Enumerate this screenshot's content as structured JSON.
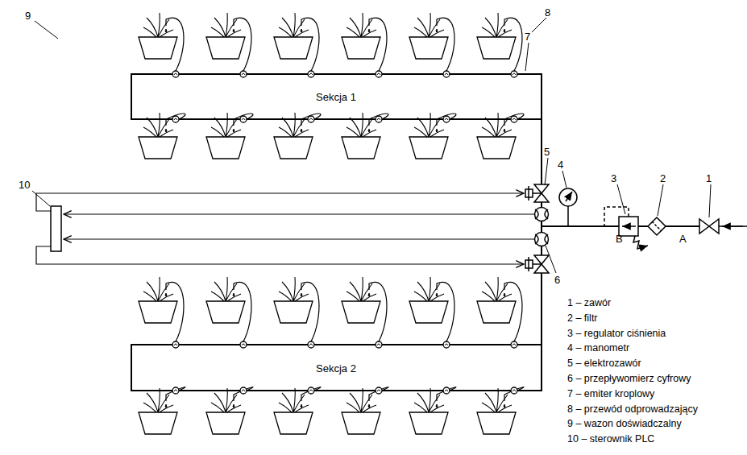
{
  "diagram": {
    "nodes": [
      {
        "text": [
          "Sekcja 1"
        ]
      },
      {
        "text": [
          "Sekcja 2"
        ]
      }
    ],
    "labels": [
      "9",
      "8",
      "7",
      "5",
      "4",
      "3",
      "2",
      "1",
      "10",
      "6",
      "A",
      "B",
      "1 – zawór",
      "2 – filtr",
      "3 – regulator ciśnienia",
      "4 – manometr",
      "5 – elektrozawór",
      "6 – przepływomierz cyfrowy",
      "7 – emiter kroplowy",
      "8 – przewód odprowadzający",
      "9 – wazon doświadczalny",
      "10 – sterownik PLC"
    ]
  }
}
